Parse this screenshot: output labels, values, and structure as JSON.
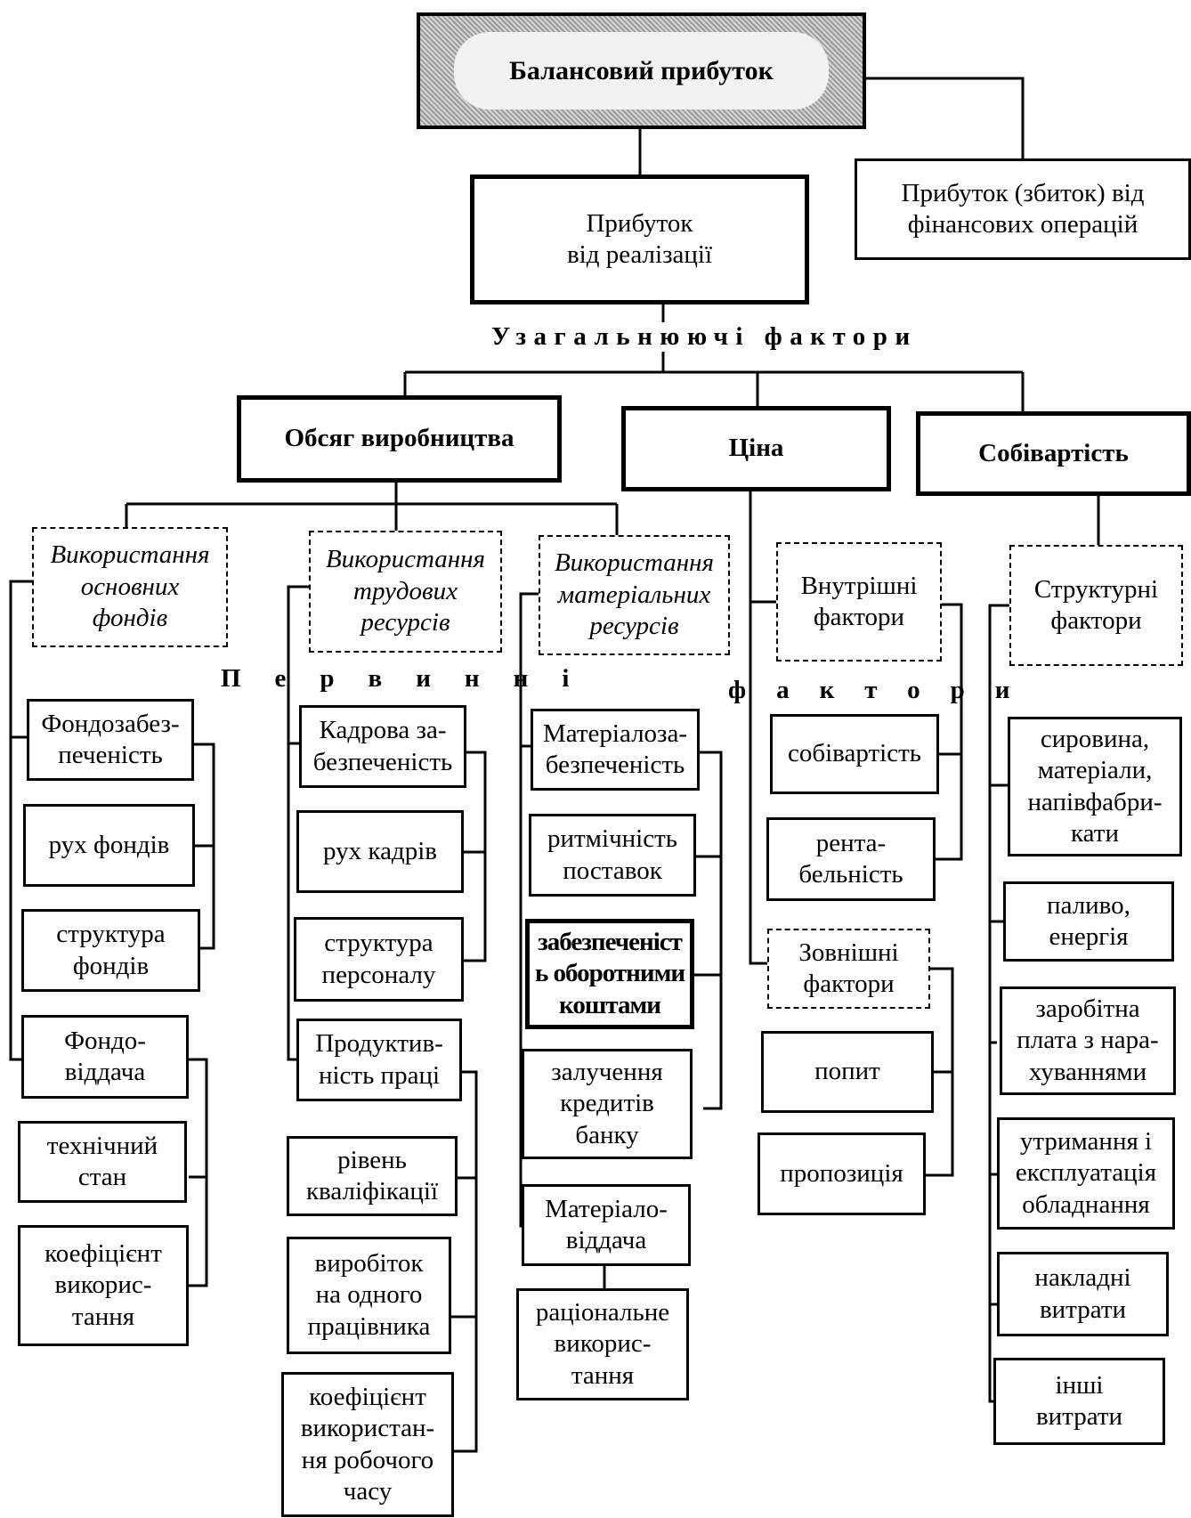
{
  "top": {
    "balance_profit": "Балансовий прибуток",
    "sales_profit": "Прибуток\nвід реалізації",
    "financial_ops": "Прибуток (збиток) від\nфінансових операцій"
  },
  "generalizing_label": "Узагальнюючі фактори",
  "generalizing": {
    "volume": "Обсяг виробництва",
    "price": "Ціна",
    "cost": "Собівартість"
  },
  "primary_label_left": "Первинні",
  "primary_label_right": "фактори",
  "groups": {
    "fixed_assets": "Використання\nосновних\nфондів",
    "labor": "Використання\nтрудових\nресурсів",
    "materials": "Використання\nматеріальних\nресурсів",
    "internal": "Внутрішні\nфактори",
    "external": "Зовнішні\nфактори",
    "structural": "Структурні\nфактори"
  },
  "col1": [
    "Фондозабез-\nпеченість",
    "рух фондів",
    "структура\nфондів",
    "Фондо-\nвіддача",
    "технічний\nстан",
    "коефіцієнт\nвикорис-\nтання"
  ],
  "col2": [
    "Кадрова за-\nбезпеченість",
    "рух кадрів",
    "структура\nперсоналу",
    "Продуктив-\nність праці",
    "рівень\nкваліфікації",
    "виробіток\nна одного\nпрацівника",
    "коефіцієнт\nвикористан-\nня робочого\nчасу"
  ],
  "col3": [
    "Матеріалоза-\nбезпеченість",
    "ритмічність\nпоставок",
    "забезпеченіст\nь оборотними\nкоштами",
    "залучення\nкредитів\nбанку",
    "Матеріало-\nвіддача",
    "раціональне\nвикорис-\nтання"
  ],
  "col4": [
    "собівартість",
    "рента-\nбельність",
    "попит",
    "пропозиція"
  ],
  "col5": [
    "сировина,\nматеріали,\nнапівфабри-\nкати",
    "паливо,\nенергія",
    "заробітна\nплата з нара-\nхуваннями",
    "утримання і\nексплуатація\nобладнання",
    "накладні\nвитрати",
    "інші\nвитрати"
  ]
}
